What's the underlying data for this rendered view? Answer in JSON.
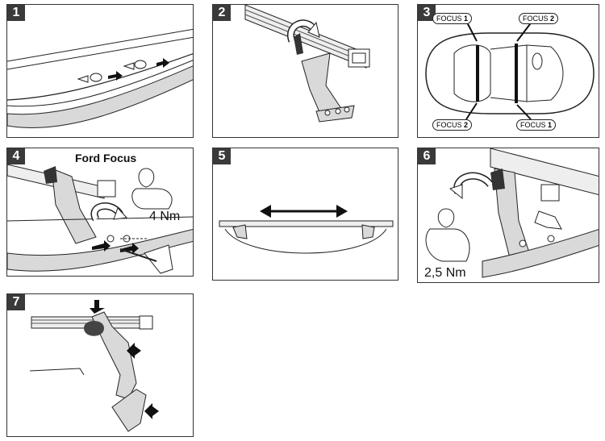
{
  "steps": [
    {
      "number": "1"
    },
    {
      "number": "2"
    },
    {
      "number": "3"
    },
    {
      "number": "4",
      "heading": "Ford Focus",
      "torque": "4 Nm"
    },
    {
      "number": "5"
    },
    {
      "number": "6",
      "torque": "2,5 Nm"
    },
    {
      "number": "7"
    }
  ],
  "position_tags": {
    "prefix": "FOCUS",
    "front_left": "1",
    "front_right": "2",
    "rear_left": "2",
    "rear_right": "1"
  },
  "colors": {
    "ink": "#1a1a1a",
    "fill_gray": "#d9d9d9",
    "badge": "#3a3a3a"
  }
}
